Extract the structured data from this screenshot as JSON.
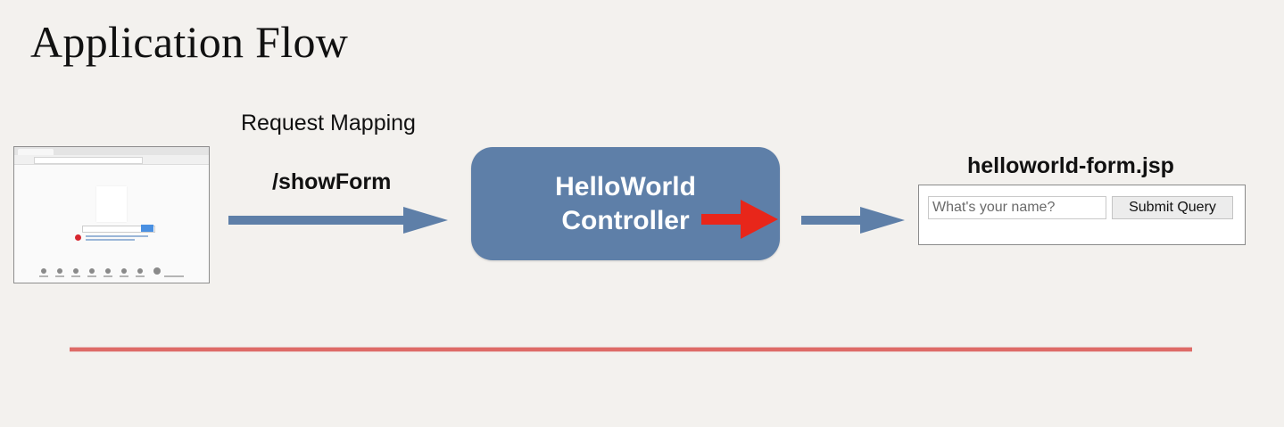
{
  "slide": {
    "title": "Application Flow"
  },
  "request": {
    "label": "Request Mapping",
    "path": "/showForm"
  },
  "controller": {
    "line1": "HelloWorld",
    "line2": "Controller"
  },
  "view": {
    "filename": "helloworld-form.jsp",
    "input_placeholder": "What's your name?",
    "submit_label": "Submit Query"
  },
  "colors": {
    "arrow": "#5e7fa8",
    "controller_box": "#5e7fa8",
    "red_arrow": "#e8261a",
    "divider": "#d9534f",
    "background": "#f3f1ee"
  }
}
